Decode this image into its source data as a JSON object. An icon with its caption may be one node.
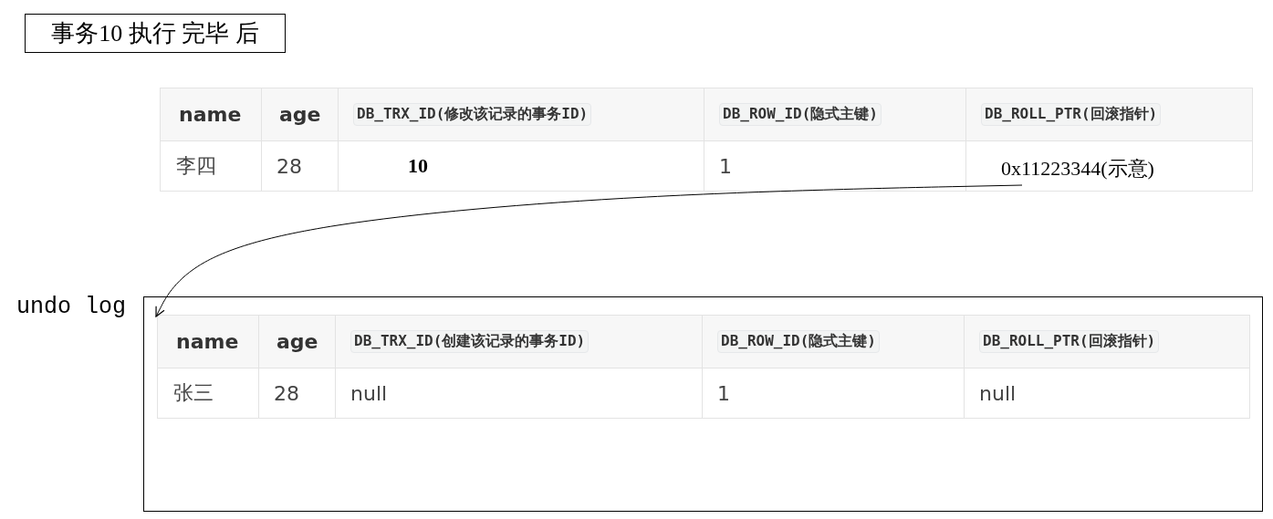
{
  "diagram": {
    "nodes": [
      {
        "text": [
          "事务10 执行 完毕 后"
        ]
      },
      {
        "text": [
          "0x11223344(示意)"
        ]
      },
      {
        "text": [],
        "shape": "box",
        "beside": [
          "undo log"
        ]
      }
    ],
    "edges": [
      {
        "from": 1,
        "to": 2,
        "arrow": "to"
      }
    ],
    "labels": [
      "name",
      "age",
      "DB_TRX_ID(修改该记录的事务ID)",
      "DB_ROW_ID(隐式主键)",
      "DB_ROLL_PTR(回滚指针)",
      "李四",
      "28",
      "10",
      "1",
      "name",
      "age",
      "DB_TRX_ID(创建该记录的事务ID)",
      "DB_ROW_ID(隐式主键)",
      "DB_ROLL_PTR(回滚指针)",
      "张三",
      "28",
      "null",
      "1",
      "null"
    ]
  }
}
